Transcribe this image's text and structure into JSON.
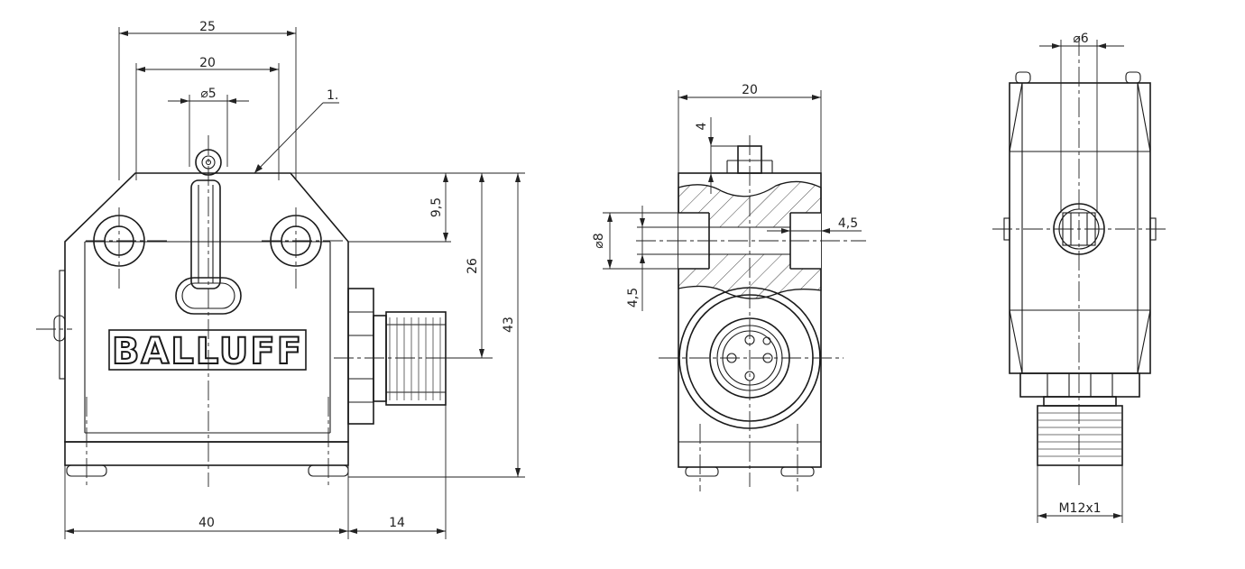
{
  "brand": "BALLUFF",
  "callout": "1.",
  "dimensions": {
    "front_width_outer": "25",
    "front_width_inner": "20",
    "front_pin_dia": "⌀5",
    "front_height_9_5": "9,5",
    "front_height_26": "26",
    "front_height_43": "43",
    "front_base_40": "40",
    "front_connector_14": "14",
    "side_width_20": "20",
    "side_top_4": "4",
    "side_hole_dia": "⌀8",
    "side_depth_4_5_right": "4,5",
    "side_depth_4_5_left": "4,5",
    "bottom_pin_dia": "⌀6",
    "bottom_thread": "M12x1"
  }
}
